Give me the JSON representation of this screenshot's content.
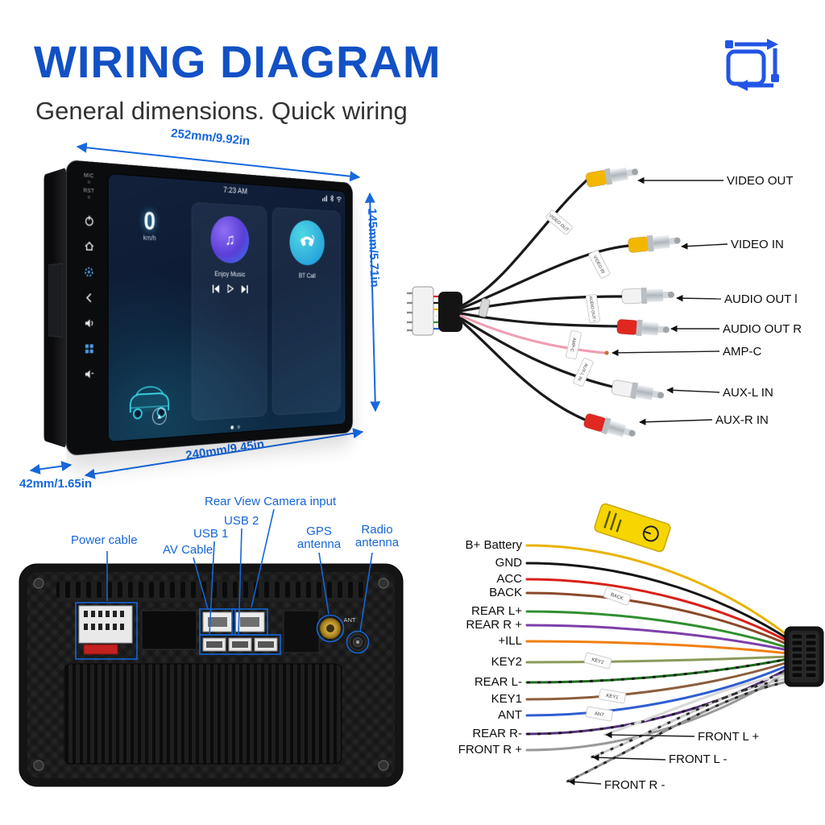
{
  "colors": {
    "title_blue": "#1251c5",
    "dimension_blue": "#1668dd",
    "rear_label_blue": "#1566d6"
  },
  "header": {
    "title": "WIRING DIAGRAM",
    "subtitle": "General dimensions. Quick wiring"
  },
  "front_unit": {
    "dims": {
      "top": "252mm/9.92in",
      "right": "145mm/5.71in",
      "bottom": "240mm/9.45in",
      "depth": "42mm/1.65in"
    },
    "bezel": {
      "mic": "MIC",
      "rst": "RST"
    },
    "screen": {
      "time": "7:23 AM",
      "speed": "0",
      "speed_unit": "km/h",
      "music": "Enjoy Music",
      "call": "BT Call"
    }
  },
  "rca": {
    "items": [
      {
        "label": "VIDEO OUT",
        "color": "#f3b700"
      },
      {
        "label": "VIDEO IN",
        "color": "#f3b700"
      },
      {
        "label": "AUDIO OUT l",
        "color": "#f2f2f2"
      },
      {
        "label": "AUDIO OUT R",
        "color": "#e02820"
      },
      {
        "label": "AMP-C",
        "color": "#ef9db0"
      },
      {
        "label": "AUX-L IN",
        "color": "#f2f2f2"
      },
      {
        "label": "AUX-R IN",
        "color": "#e02820"
      }
    ]
  },
  "rear": {
    "labels": {
      "power": "Power cable",
      "av": "AV Cable",
      "usb1": "USB 1",
      "usb2": "USB 2",
      "camera": "Rear View Camera input",
      "gps_line1": "GPS",
      "gps_line2": "antenna",
      "radio_line1": "Radio",
      "radio_line2": "antenna"
    },
    "panel_marking": "ANT"
  },
  "harness": {
    "pins": [
      {
        "label": "B+ Battery",
        "color": "#e8b400"
      },
      {
        "label": "GND",
        "color": "#141414"
      },
      {
        "label": "ACC",
        "color": "#d92018"
      },
      {
        "label": "BACK",
        "color": "#8a4a2a"
      },
      {
        "label": "REAR L+",
        "color": "#2f8f2f"
      },
      {
        "label": "REAR R +",
        "color": "#7d3fa8"
      },
      {
        "label": "+ILL",
        "color": "#ef7f10"
      },
      {
        "label": "KEY2",
        "color": "#8a9a5b"
      },
      {
        "label": "REAR L-",
        "color": "#1f6b1f"
      },
      {
        "label": "KEY1",
        "color": "#8b5e3c"
      },
      {
        "label": "ANT",
        "color": "#2f5fd0"
      },
      {
        "label": "REAR R-",
        "color": "#55307a"
      },
      {
        "label": "FRONT R +",
        "color": "#9a9a9a"
      },
      {
        "label": "FRONT L +",
        "color": "#d8d8d8"
      },
      {
        "label": "FRONT L -",
        "color": "#c8c8c8"
      },
      {
        "label": "FRONT R -",
        "color": "#8f8f8f"
      }
    ]
  }
}
